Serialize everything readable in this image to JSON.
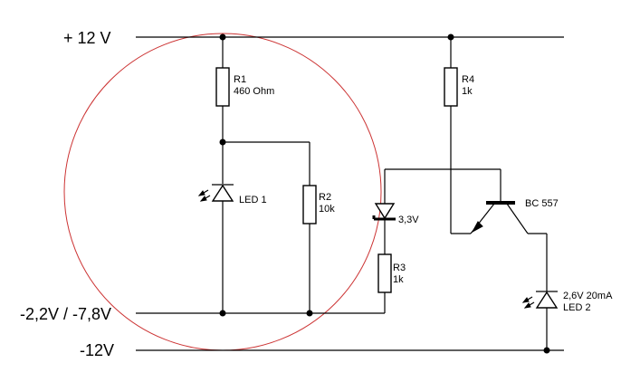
{
  "rails": {
    "top": "+ 12 V",
    "mid": "-2,2V / -7,8V",
    "bottom": "-12V"
  },
  "components": {
    "r1": {
      "name": "R1",
      "value": "460 Ohm"
    },
    "r2": {
      "name": "R2",
      "value": "10k"
    },
    "r3": {
      "name": "R3",
      "value": "1k"
    },
    "r4": {
      "name": "R4",
      "value": "1k"
    },
    "led1": {
      "name": "LED 1"
    },
    "zener": {
      "value": "3,3V"
    },
    "transistor": {
      "name": "BC 557"
    },
    "led2": {
      "value": "2,6V 20mA",
      "name": "LED 2"
    }
  },
  "colors": {
    "wire": "#000000",
    "highlight_circle": "#cc3333"
  }
}
